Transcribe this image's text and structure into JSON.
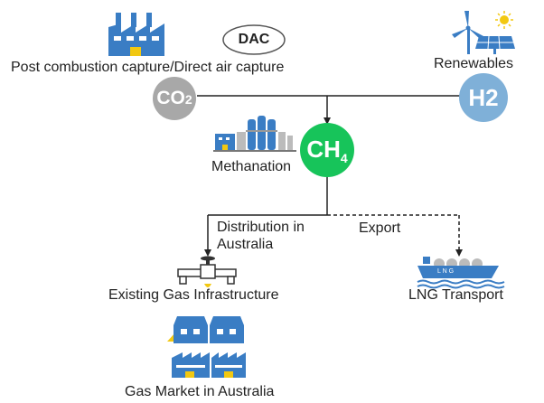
{
  "sources": {
    "co2_label": "Post combustion capture/Direct air capture",
    "dac_label": "DAC",
    "renewables_label": "Renewables"
  },
  "molecules": {
    "co2": "CO",
    "co2_sub": "2",
    "h2": "H2",
    "ch4": "CH",
    "ch4_sub": "4"
  },
  "process": {
    "methanation_label": "Methanation"
  },
  "routes": {
    "distribution_label_line1": "Distribution in",
    "distribution_label_line2": "Australia",
    "export_label": "Export"
  },
  "destinations": {
    "infrastructure_label": "Existing Gas Infrastructure",
    "lng_label": "LNG Transport",
    "lng_ship_text": "L N G",
    "market_label": "Gas Market in Australia"
  },
  "colors": {
    "factory_blue": "#3a7dc4",
    "factory_yellow": "#f2c811",
    "co2_grey": "#a8a8a8",
    "h2_blue": "#7fb0d8",
    "ch4_green": "#17c45a",
    "line": "#222222"
  }
}
